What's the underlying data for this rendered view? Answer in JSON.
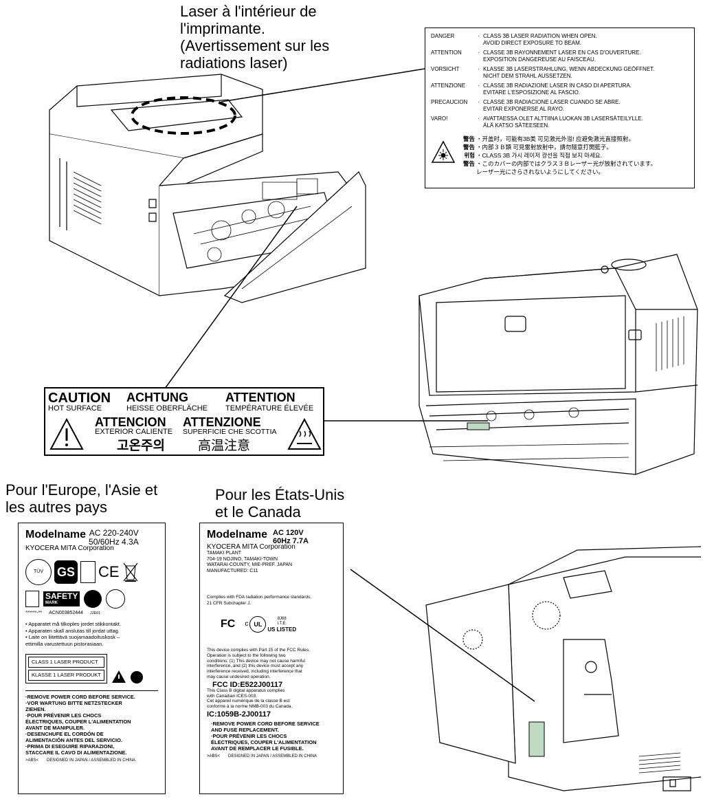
{
  "captions": {
    "laser_inside": [
      "Laser à l'intérieur de",
      "l'imprimante.",
      "(Avertissement sur les",
      "radiations laser)"
    ],
    "europe": [
      "Pour l'Europe, l'Asie et",
      "les autres pays"
    ],
    "us_canada": [
      "Pour les États-Unis",
      "et le Canada"
    ]
  },
  "danger_label": {
    "rows": [
      {
        "keyword": "DANGER",
        "lines": [
          "CLASS 3B LASER RADIATION WHEN OPEN.",
          "AVOID DIRECT EXPOSURE TO BEAM."
        ]
      },
      {
        "keyword": "ATTENTION",
        "lines": [
          "CLASSE 3B RAYONNEMENT LASER EN CAS D'OUVERTURE.",
          "EXPOSITION DANGEREUSE AU FAISCEAU."
        ]
      },
      {
        "keyword": "VORSICHT",
        "lines": [
          "KLASSE 3B LASERSTRAHLUNG, WENN ABDECKUNG GEÖFFNET.",
          "NICHT DEM STRAHL AUSSETZEN."
        ]
      },
      {
        "keyword": "ATTENZIONE",
        "lines": [
          "CLASSE 3B RADIAZIONE LASER IN CASO DI APERTURA.",
          "EVITARE L'ESPOSIZIONE AL FASCIO."
        ]
      },
      {
        "keyword": "PRECAUCION",
        "lines": [
          "CLASSE 3B RADIACIONE LASER CUANDO SE ABRE.",
          "EVITAR EXPONERSE AL RAYO."
        ]
      },
      {
        "keyword": "VARO!",
        "lines": [
          "AVATTAESSA OLET ALTTIINA LUOKAN 3B LASERSÄTEILYLLE.",
          "ÄLÄ KATSO SÄTEESEEN."
        ]
      }
    ],
    "asian_rows": [
      {
        "keyword": "警告",
        "text": "・开盖时，可能有3B类 可见激光外溢! 应避免激光直接照射。"
      },
      {
        "keyword": "警告",
        "text": "・内部３Ｂ類 可見雷射放射中，請勿隨意打開藍子。"
      },
      {
        "keyword": "위험",
        "text": "・CLASS 3B 가시 레이저 광선을 직접 보지 마세요."
      },
      {
        "keyword": "警告",
        "text": "・このカバーの内部ではクラス３Ｂレーザー光が放射されています。"
      },
      {
        "keyword": "",
        "text": "レーザー光にさらされないようにしてください。"
      }
    ]
  },
  "caution_label": {
    "caution": "CAUTION",
    "caution_sub": "HOT SURFACE",
    "achtung": "ACHTUNG",
    "achtung_sub": "HEISSE OBERFLÄCHE",
    "attention": "ATTENTION",
    "attention_sub": "TEMPÉRATURE ÉLEVÉE",
    "atencion": "ATTENCION",
    "atencion_sub": "EXTERIOR CALIENTE",
    "attenzione": "ATTENZIONE",
    "attenzione_sub": "SUPERFICIE CHE SCOTTIA",
    "korean": "고온주의",
    "chinese": "高温注意"
  },
  "eu_label": {
    "model": "Modelname",
    "rating": [
      "AC 220-240V",
      "50/60Hz 4.3A"
    ],
    "company": "KYOCERA MITA Corporation",
    "safety": "SAFETY",
    "safety_sub": "MARK",
    "stars": "******-**",
    "acn": "ACN003852444",
    "acn_suffix": "JJE01",
    "tuv": "TÜV",
    "gs": "GS",
    "ce": "CE",
    "notes": [
      "• Apparatet må tilkoples jordet stikkontakt.",
      "• Apparaten skall anslutas till jordat uttag.",
      "• Laite on liitettävä suojamaadoituskosk –",
      "   ettimilla varustettuun pistorasiaan."
    ],
    "laser_class": [
      "CLASS 1 LASER PRODUCT",
      "KLASSE 1 LASER PRODUKT"
    ],
    "warnings": [
      "·REMOVE POWER CORD BEFORE SERVICE.",
      "·VOR WARTUNG BITTE NETZSTECKER",
      " ZIEHEN.",
      "·POUR PRÉVENIR LES CHOCS",
      " ÉLECTRIQUES, COUPER L'ALIMENTATION",
      " AVANT DE MANIPULER.",
      "·DESENCHUFE EL CORDÓN DE",
      " ALIMENTACIÓN ANTES DEL SERVICIO.",
      "·PRIMA DI ESEGUIRE RIPARAZIONI,",
      " STACCARE IL CAVO DI ALIMENTAZIONE."
    ],
    "footer_left": ">ABS<",
    "footer_right": "DESIGNED IN JAPAN / ASSEMBLED IN CHINA"
  },
  "us_label": {
    "model": "Modelname",
    "rating": [
      "AC 120V",
      "60Hz 7.7A"
    ],
    "company": "KYOCERA MITA Corporation",
    "address": [
      "TAMAKI PLANT",
      "704-19 NOJINO, TAMAKI-TOWN",
      "WATARAI-COUNTY, MIE-PREF. JAPAN",
      "MANUFACTURED:  C11"
    ],
    "fda": [
      "Complies with FDA radiation performance standards,",
      "21 CFR Subchapter J."
    ],
    "fc": "FC",
    "ul_code": "8J68",
    "ul_ite": "I.T.E.",
    "ul_listed": "US LISTED",
    "ul_c": "c",
    "ul_mark": "UL",
    "fcc_text": [
      "This device complies with Part 15 of the FCC Rules.",
      "Operation is subject to the following two",
      "conditions: (1) This device may  not cause harmful",
      "interference, and (2) this device must  accept any",
      "interference received, including interference that",
      "may cause undesired operation."
    ],
    "fcc_id": "FCC ID:E522J00117",
    "ices_text": [
      "This Class B digital apparatus complies",
      "with Canadian ICES-003.",
      "Cet appareil numérique de la classe B est",
      "conforme à la norme NMB-003 du Canada."
    ],
    "ic_id": "IC:1059B-2J00117",
    "warnings": [
      "·REMOVE POWER CORD BEFORE SERVICE",
      " AND FUSE REPLACEMENT.",
      "·POUR PRÉVENIR LES CHOCS",
      " ÉLECTRIQUES, COUPER L'ALIMENTATION",
      " AVANT DE REMPLACER LE FUSIBLE."
    ],
    "footer_left": ">ABS<",
    "footer_right": "DESIGNED IN JAPAN / ASSEMBLED IN CHINA"
  }
}
